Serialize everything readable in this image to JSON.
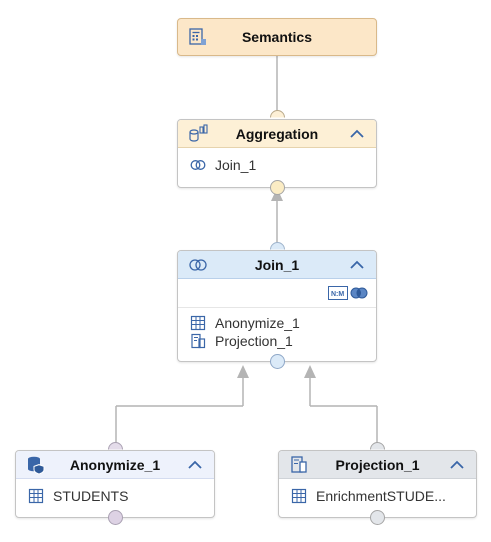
{
  "colors": {
    "semantics_header": "#fce7c8",
    "aggregation_header": "#fdf0d6",
    "join_header": "#dbeaf8",
    "anonymize_header": "#eef2fc",
    "projection_header": "#e3e6ea",
    "connector": "#b4b4b4",
    "icon_blue": "#3a66a8"
  },
  "nodes": {
    "semantics": {
      "title": "Semantics",
      "icon": "semantics-icon"
    },
    "aggregation": {
      "title": "Aggregation",
      "icon": "aggregation-icon",
      "inputs": [
        "Join_1"
      ]
    },
    "join": {
      "title": "Join_1",
      "icon": "join-icon",
      "inputs": [
        "Anonymize_1",
        "Projection_1"
      ]
    },
    "anonymize": {
      "title": "Anonymize_1",
      "icon": "anonymize-icon",
      "inputs": [
        "STUDENTS"
      ]
    },
    "projection": {
      "title": "Projection_1",
      "icon": "projection-icon",
      "inputs": [
        "EnrichmentSTUDE..."
      ]
    }
  }
}
